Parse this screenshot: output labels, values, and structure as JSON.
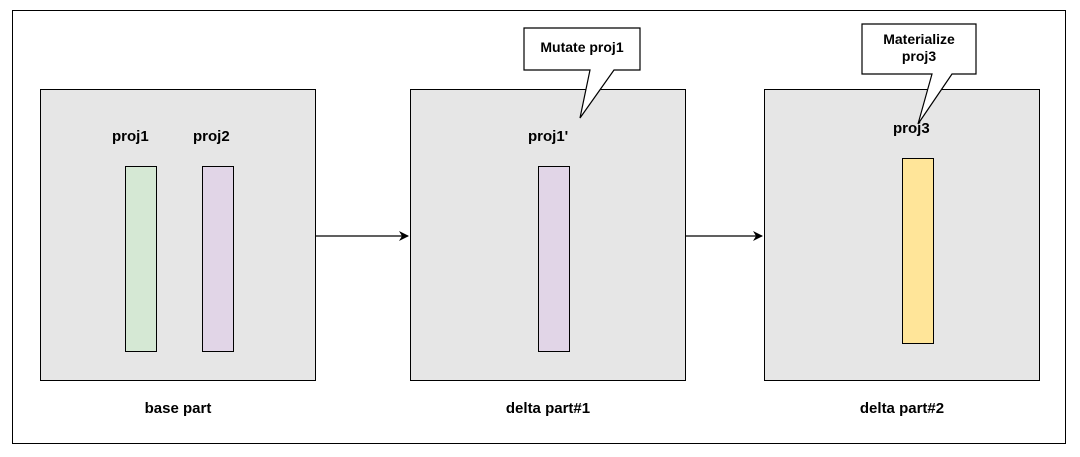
{
  "colors": {
    "part_fill": "#e6e6e6",
    "stroke": "#000000",
    "proj1_fill": "#d5e8d4",
    "proj2_fill": "#e1d5e7",
    "proj3_fill": "#fff2cc"
  },
  "parts": [
    {
      "label": "base part",
      "columns": [
        {
          "label": "proj1",
          "color": "#d5e8d4"
        },
        {
          "label": "proj2",
          "color": "#e1d5e7"
        }
      ]
    },
    {
      "label": "delta part#1",
      "columns": [
        {
          "label": "proj1'",
          "color": "#e1d5e7"
        }
      ],
      "callout": "Mutate proj1"
    },
    {
      "label": "delta part#2",
      "columns": [
        {
          "label": "proj3",
          "color": "#ffe599"
        }
      ],
      "callout_line1": "Materialize",
      "callout_line2": "proj3"
    }
  ]
}
